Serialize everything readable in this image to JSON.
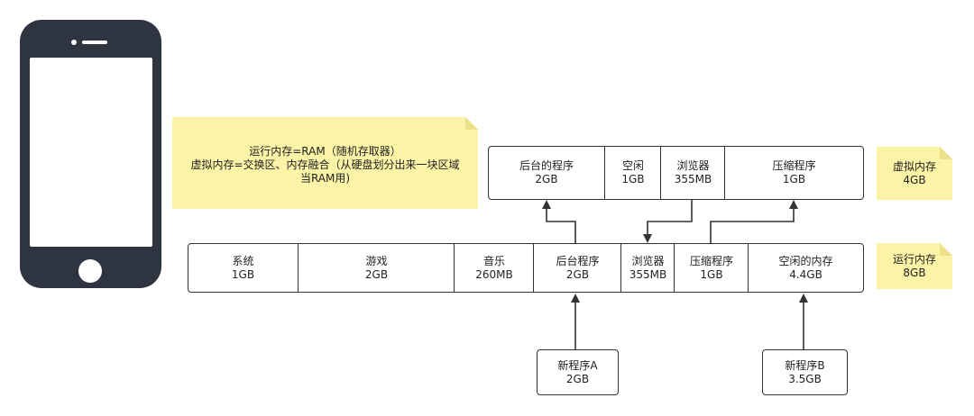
{
  "note_top": {
    "lines": [
      "运行内存=RAM（随机存取器）",
      "虚拟内存=交换区、内存融合（从硬盘划分出来一块区域",
      "当RAM用)"
    ]
  },
  "virtual_memory_row": {
    "cells": [
      {
        "name": "后台的程序",
        "size": "2GB"
      },
      {
        "name": "空闲",
        "size": "1GB"
      },
      {
        "name": "浏览器",
        "size": "355MB"
      },
      {
        "name": "压缩程序",
        "size": "1GB"
      }
    ],
    "note": {
      "label": "虚拟内存",
      "size": "4GB"
    }
  },
  "ram_row": {
    "cells": [
      {
        "name": "系统",
        "size": "1GB"
      },
      {
        "name": "游戏",
        "size": "2GB"
      },
      {
        "name": "音乐",
        "size": "260MB"
      },
      {
        "name": "后台程序",
        "size": "2GB"
      },
      {
        "name": "浏览器",
        "size": "355MB"
      },
      {
        "name": "压缩程序",
        "size": "1GB"
      },
      {
        "name": "空闲的内存",
        "size": "4.4GB"
      }
    ],
    "note": {
      "label": "运行内存",
      "size": "8GB"
    }
  },
  "new_programs": [
    {
      "name": "新程序A",
      "size": "2GB"
    },
    {
      "name": "新程序B",
      "size": "3.5GB"
    }
  ],
  "colors": {
    "phone_body": "#2f3441",
    "note_fill": "#fbf3a6",
    "stroke": "#333333"
  }
}
